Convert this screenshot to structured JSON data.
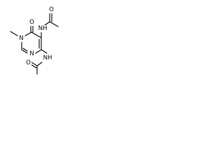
{
  "structure": {
    "atoms": {
      "n1": "N",
      "n3": "N",
      "o6": "O",
      "o_upper": "O",
      "o_lower": "O",
      "n_upper": "NH",
      "n_lower": "NH"
    }
  },
  "colors": {
    "bond": "#000000",
    "text": "#000000",
    "background": "#ffffff"
  }
}
